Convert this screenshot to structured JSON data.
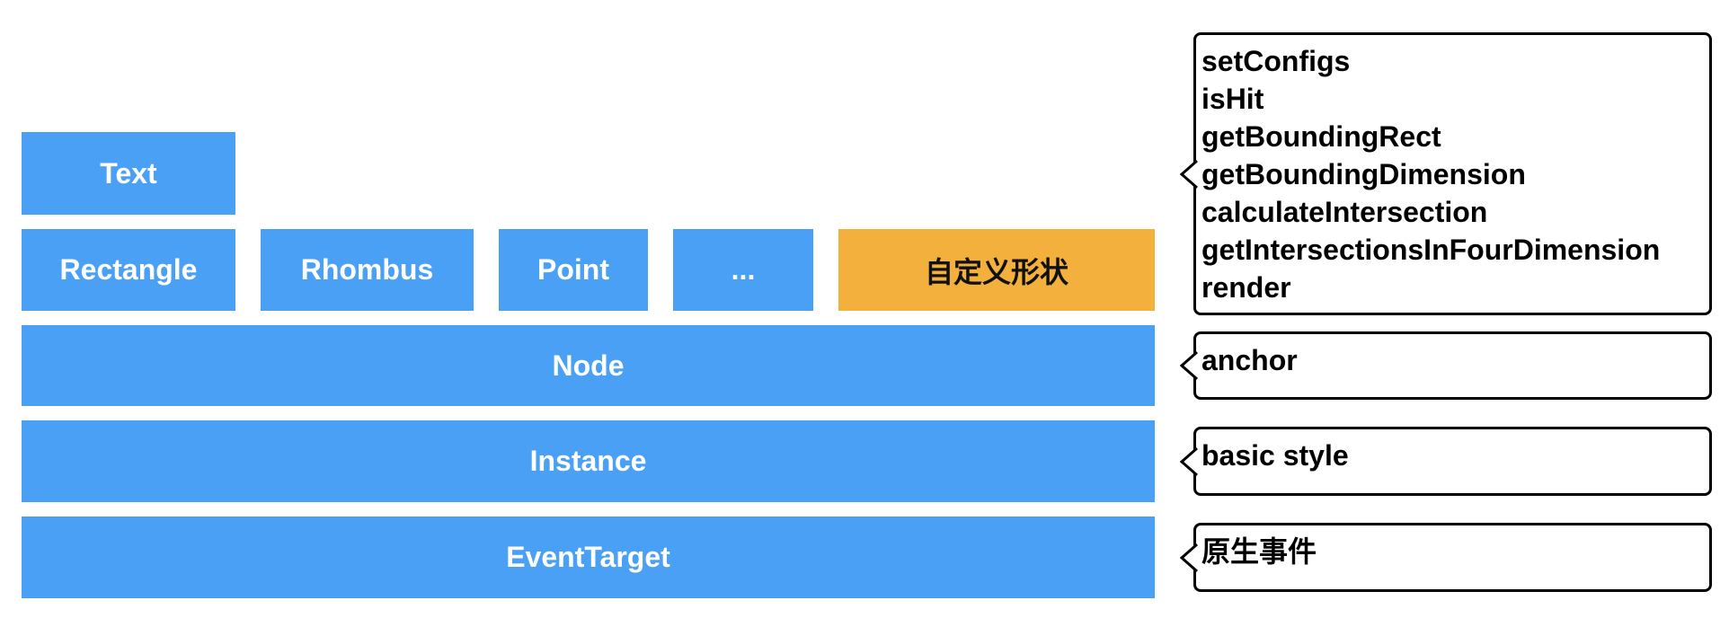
{
  "layers": {
    "text_shape": "Text",
    "rectangle": "Rectangle",
    "rhombus": "Rhombus",
    "point": "Point",
    "ellipsis": "...",
    "custom_shape": "自定义形状",
    "node": "Node",
    "instance": "Instance",
    "event_target": "EventTarget"
  },
  "notes": {
    "shape_methods": [
      "setConfigs",
      "isHit",
      "getBoundingRect",
      "getBoundingDimension",
      "calculateIntersection",
      "getIntersectionsInFourDimension",
      "render"
    ],
    "node": "anchor",
    "instance": "basic style",
    "event_target": "原生事件"
  },
  "colors": {
    "layer_blue": "#4aa0f5",
    "custom_orange": "#f3b03d",
    "note_border": "#000000"
  }
}
